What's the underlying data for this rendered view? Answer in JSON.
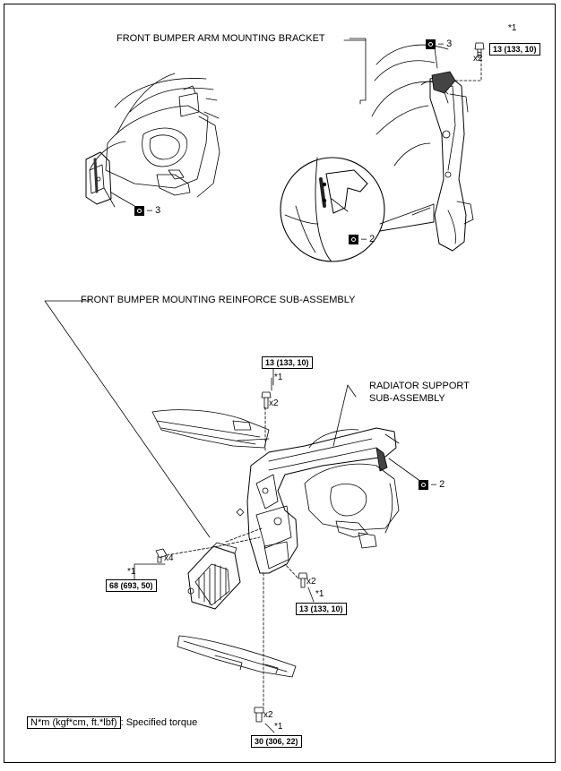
{
  "labels": {
    "bracket": "FRONT BUMPER ARM MOUNTING BRACKET",
    "reinforce": "FRONT BUMPER MOUNTING REINFORCE SUB-ASSEMBLY",
    "radiator_line1": "RADIATOR SUPPORT",
    "radiator_line2": "SUB-ASSEMBLY"
  },
  "symbols": {
    "a": "– 3",
    "b": "– 3",
    "c": "– 2",
    "d": "– 2"
  },
  "torque": {
    "top_right": "13 (133, 10)",
    "mid_top": "13 (133, 10)",
    "left_bolt": "68 (693, 50)",
    "right_bolt": "13 (133, 10)",
    "bottom": "30 (306, 22)"
  },
  "marks": {
    "star1": "*1",
    "x2": "x2",
    "x4": "x4"
  },
  "legend": {
    "box": "N*m (kgf*cm, ft.*lbf)",
    "text": ": Specified torque"
  }
}
